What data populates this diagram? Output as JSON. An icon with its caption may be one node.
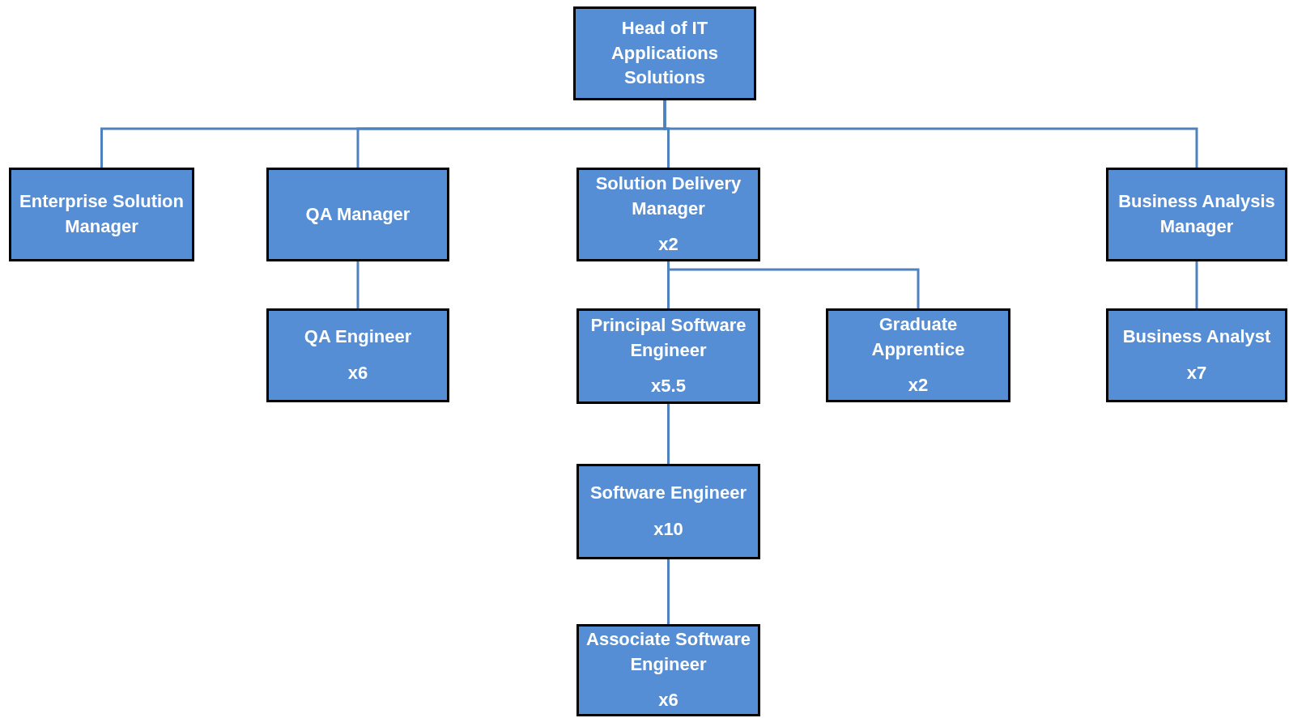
{
  "diagram": {
    "nodes": [
      {
        "text": [
          "Head of IT Applications Solutions"
        ]
      },
      {
        "text": [
          "Enterprise Solution Manager"
        ]
      },
      {
        "text": [
          "QA Manager"
        ]
      },
      {
        "text": [
          "Solution Delivery Manager",
          "x2"
        ]
      },
      {
        "text": [
          "Business Analysis Manager"
        ]
      },
      {
        "text": [
          "QA Engineer",
          "x6"
        ]
      },
      {
        "text": [
          "Principal Software Engineer",
          "x5.5"
        ]
      },
      {
        "text": [
          "Graduate Apprentice",
          "x2"
        ]
      },
      {
        "text": [
          "Business Analyst",
          "x7"
        ]
      },
      {
        "text": [
          "Software Engineer",
          "x10"
        ]
      },
      {
        "text": [
          "Associate Software Engineer",
          "x6"
        ]
      }
    ],
    "edges": [
      {
        "from": 0,
        "to": 1,
        "arrow": "none"
      },
      {
        "from": 0,
        "to": 2,
        "arrow": "none"
      },
      {
        "from": 0,
        "to": 3,
        "arrow": "none"
      },
      {
        "from": 0,
        "to": 4,
        "arrow": "none"
      },
      {
        "from": 2,
        "to": 5,
        "arrow": "none"
      },
      {
        "from": 3,
        "to": 6,
        "arrow": "none"
      },
      {
        "from": 3,
        "to": 7,
        "arrow": "none"
      },
      {
        "from": 4,
        "to": 8,
        "arrow": "none"
      },
      {
        "from": 6,
        "to": 9,
        "arrow": "none"
      },
      {
        "from": 9,
        "to": 10,
        "arrow": "none"
      }
    ]
  }
}
